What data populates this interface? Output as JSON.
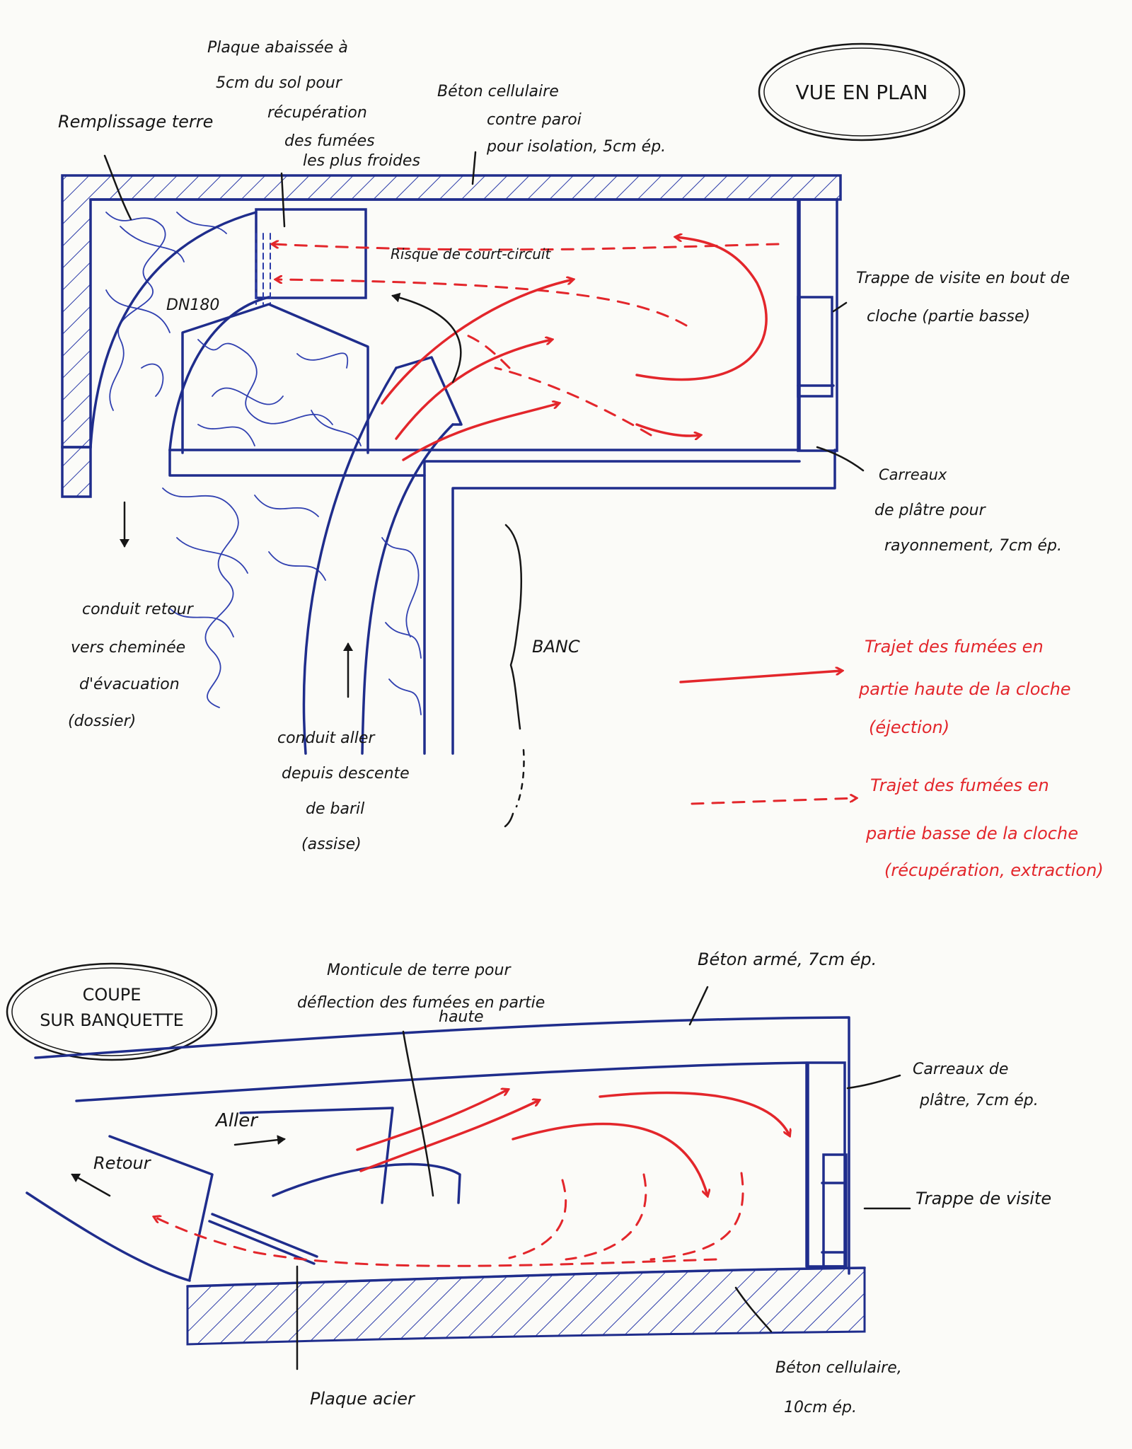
{
  "colors": {
    "ink_blue": "#1f2d8c",
    "ink_red": "#e3262b",
    "ink_black": "#161616",
    "paper": "#fbfbf8"
  },
  "plan_view": {
    "title": "VUE EN PLAN",
    "labels": {
      "remplissage": "Remplissage terre",
      "plaque_abaissee": [
        "Plaque abaissée à",
        "5cm du sol pour",
        "récupération",
        "des fumées",
        "les plus froides"
      ],
      "beton_cellulaire": [
        "Béton cellulaire",
        "contre paroi",
        "pour isolation, 5cm ép."
      ],
      "dn180": "DN180",
      "court_circuit": "Risque de court-circuit",
      "trappe": [
        "Trappe de visite en bout de",
        "cloche (partie basse)"
      ],
      "carreaux": [
        "Carreaux",
        "de plâtre pour",
        "rayonnement, 7cm ép."
      ],
      "conduit_retour": [
        "conduit retour",
        "vers cheminée",
        "d'évacuation",
        "(dossier)"
      ],
      "conduit_aller": [
        "conduit aller",
        "depuis descente",
        "de baril",
        "(assise)"
      ],
      "banc": "BANC"
    }
  },
  "legend": {
    "solid": [
      "Trajet des fumées en",
      "partie haute de la cloche",
      "(éjection)"
    ],
    "dashed": [
      "Trajet des fumées en",
      "partie basse de la cloche",
      "(récupération, extraction)"
    ]
  },
  "section_view": {
    "title": [
      "COUPE",
      "SUR BANQUETTE"
    ],
    "labels": {
      "monticule": [
        "Monticule de terre pour",
        "déflection des fumées en partie",
        "haute"
      ],
      "beton_arme": "Béton armé, 7cm ép.",
      "carreaux": [
        "Carreaux de",
        "plâtre, 7cm ép."
      ],
      "aller": "Aller",
      "retour": "Retour",
      "trappe": "Trappe de visite",
      "plaque_acier": "Plaque acier",
      "beton_cellulaire": [
        "Béton cellulaire,",
        "10cm ép."
      ]
    }
  }
}
